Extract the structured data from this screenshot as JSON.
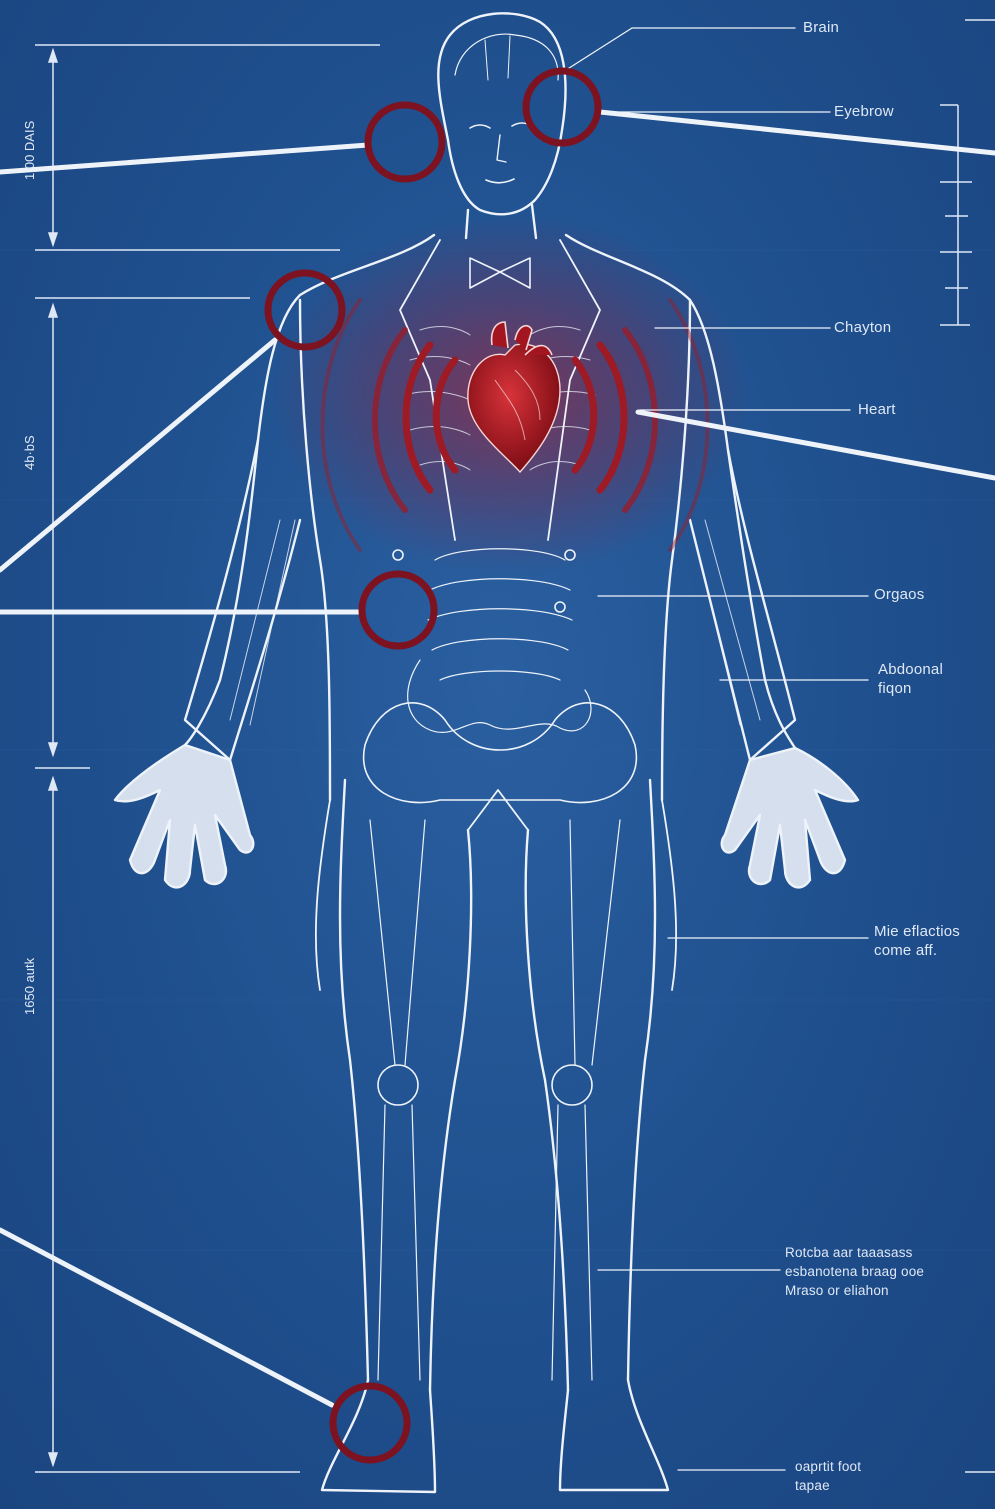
{
  "labels": {
    "brain": "Brain",
    "eyebrow": "Eyebrow",
    "chayton": "Chayton",
    "heart": "Heart",
    "organs": "Orgaos",
    "abdominal": [
      "Abdoonal",
      "fiqon"
    ],
    "misc": [
      "Mie eflactios",
      "come aff."
    ],
    "lower": [
      "Rotcba aar taaasass",
      "esbanotena braag ooe",
      "Mraso or eliahon"
    ],
    "foot": [
      "oaprtit foot",
      "tapae"
    ]
  },
  "side_dims": {
    "head": "1.00 DAIS",
    "torso": "4b·bS",
    "legs": "1650 autk"
  },
  "colors": {
    "blueprint": "#1f4f8d",
    "line": "#e8eef7",
    "highlight": "#8e1620",
    "heart": "#b3121d"
  }
}
